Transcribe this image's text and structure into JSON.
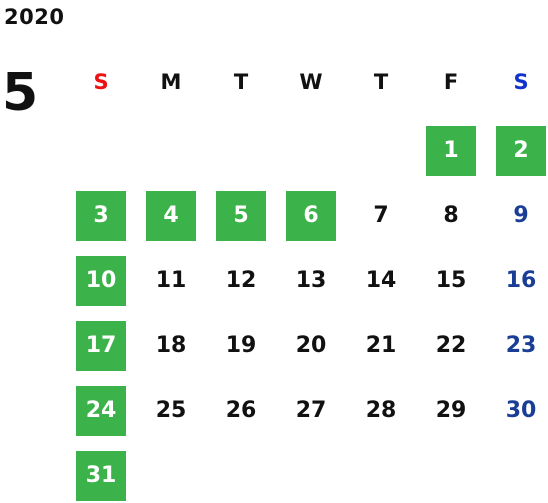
{
  "calendar": {
    "year": "2020",
    "month": "5",
    "weekdays": [
      {
        "label": "S",
        "color": "#ee1111"
      },
      {
        "label": "M",
        "color": "#111111"
      },
      {
        "label": "T",
        "color": "#111111"
      },
      {
        "label": "W",
        "color": "#111111"
      },
      {
        "label": "T",
        "color": "#111111"
      },
      {
        "label": "F",
        "color": "#111111"
      },
      {
        "label": "S",
        "color": "#1133cc"
      }
    ],
    "colors": {
      "holiday_bg": "#3cb34a",
      "holiday_text": "#ffffff",
      "weekday_text": "#111111",
      "saturday_text": "#1a3e96"
    },
    "weeks": [
      [
        null,
        null,
        null,
        null,
        null,
        {
          "day": "1",
          "holiday": true
        },
        {
          "day": "2",
          "holiday": true
        }
      ],
      [
        {
          "day": "3",
          "holiday": true
        },
        {
          "day": "4",
          "holiday": true
        },
        {
          "day": "5",
          "holiday": true
        },
        {
          "day": "6",
          "holiday": true
        },
        {
          "day": "7",
          "holiday": false
        },
        {
          "day": "8",
          "holiday": false
        },
        {
          "day": "9",
          "holiday": false
        }
      ],
      [
        {
          "day": "10",
          "holiday": true
        },
        {
          "day": "11",
          "holiday": false
        },
        {
          "day": "12",
          "holiday": false
        },
        {
          "day": "13",
          "holiday": false
        },
        {
          "day": "14",
          "holiday": false
        },
        {
          "day": "15",
          "holiday": false
        },
        {
          "day": "16",
          "holiday": false
        }
      ],
      [
        {
          "day": "17",
          "holiday": true
        },
        {
          "day": "18",
          "holiday": false
        },
        {
          "day": "19",
          "holiday": false
        },
        {
          "day": "20",
          "holiday": false
        },
        {
          "day": "21",
          "holiday": false
        },
        {
          "day": "22",
          "holiday": false
        },
        {
          "day": "23",
          "holiday": false
        }
      ],
      [
        {
          "day": "24",
          "holiday": true
        },
        {
          "day": "25",
          "holiday": false
        },
        {
          "day": "26",
          "holiday": false
        },
        {
          "day": "27",
          "holiday": false
        },
        {
          "day": "28",
          "holiday": false
        },
        {
          "day": "29",
          "holiday": false
        },
        {
          "day": "30",
          "holiday": false
        }
      ],
      [
        {
          "day": "31",
          "holiday": true
        },
        null,
        null,
        null,
        null,
        null,
        null
      ]
    ]
  }
}
